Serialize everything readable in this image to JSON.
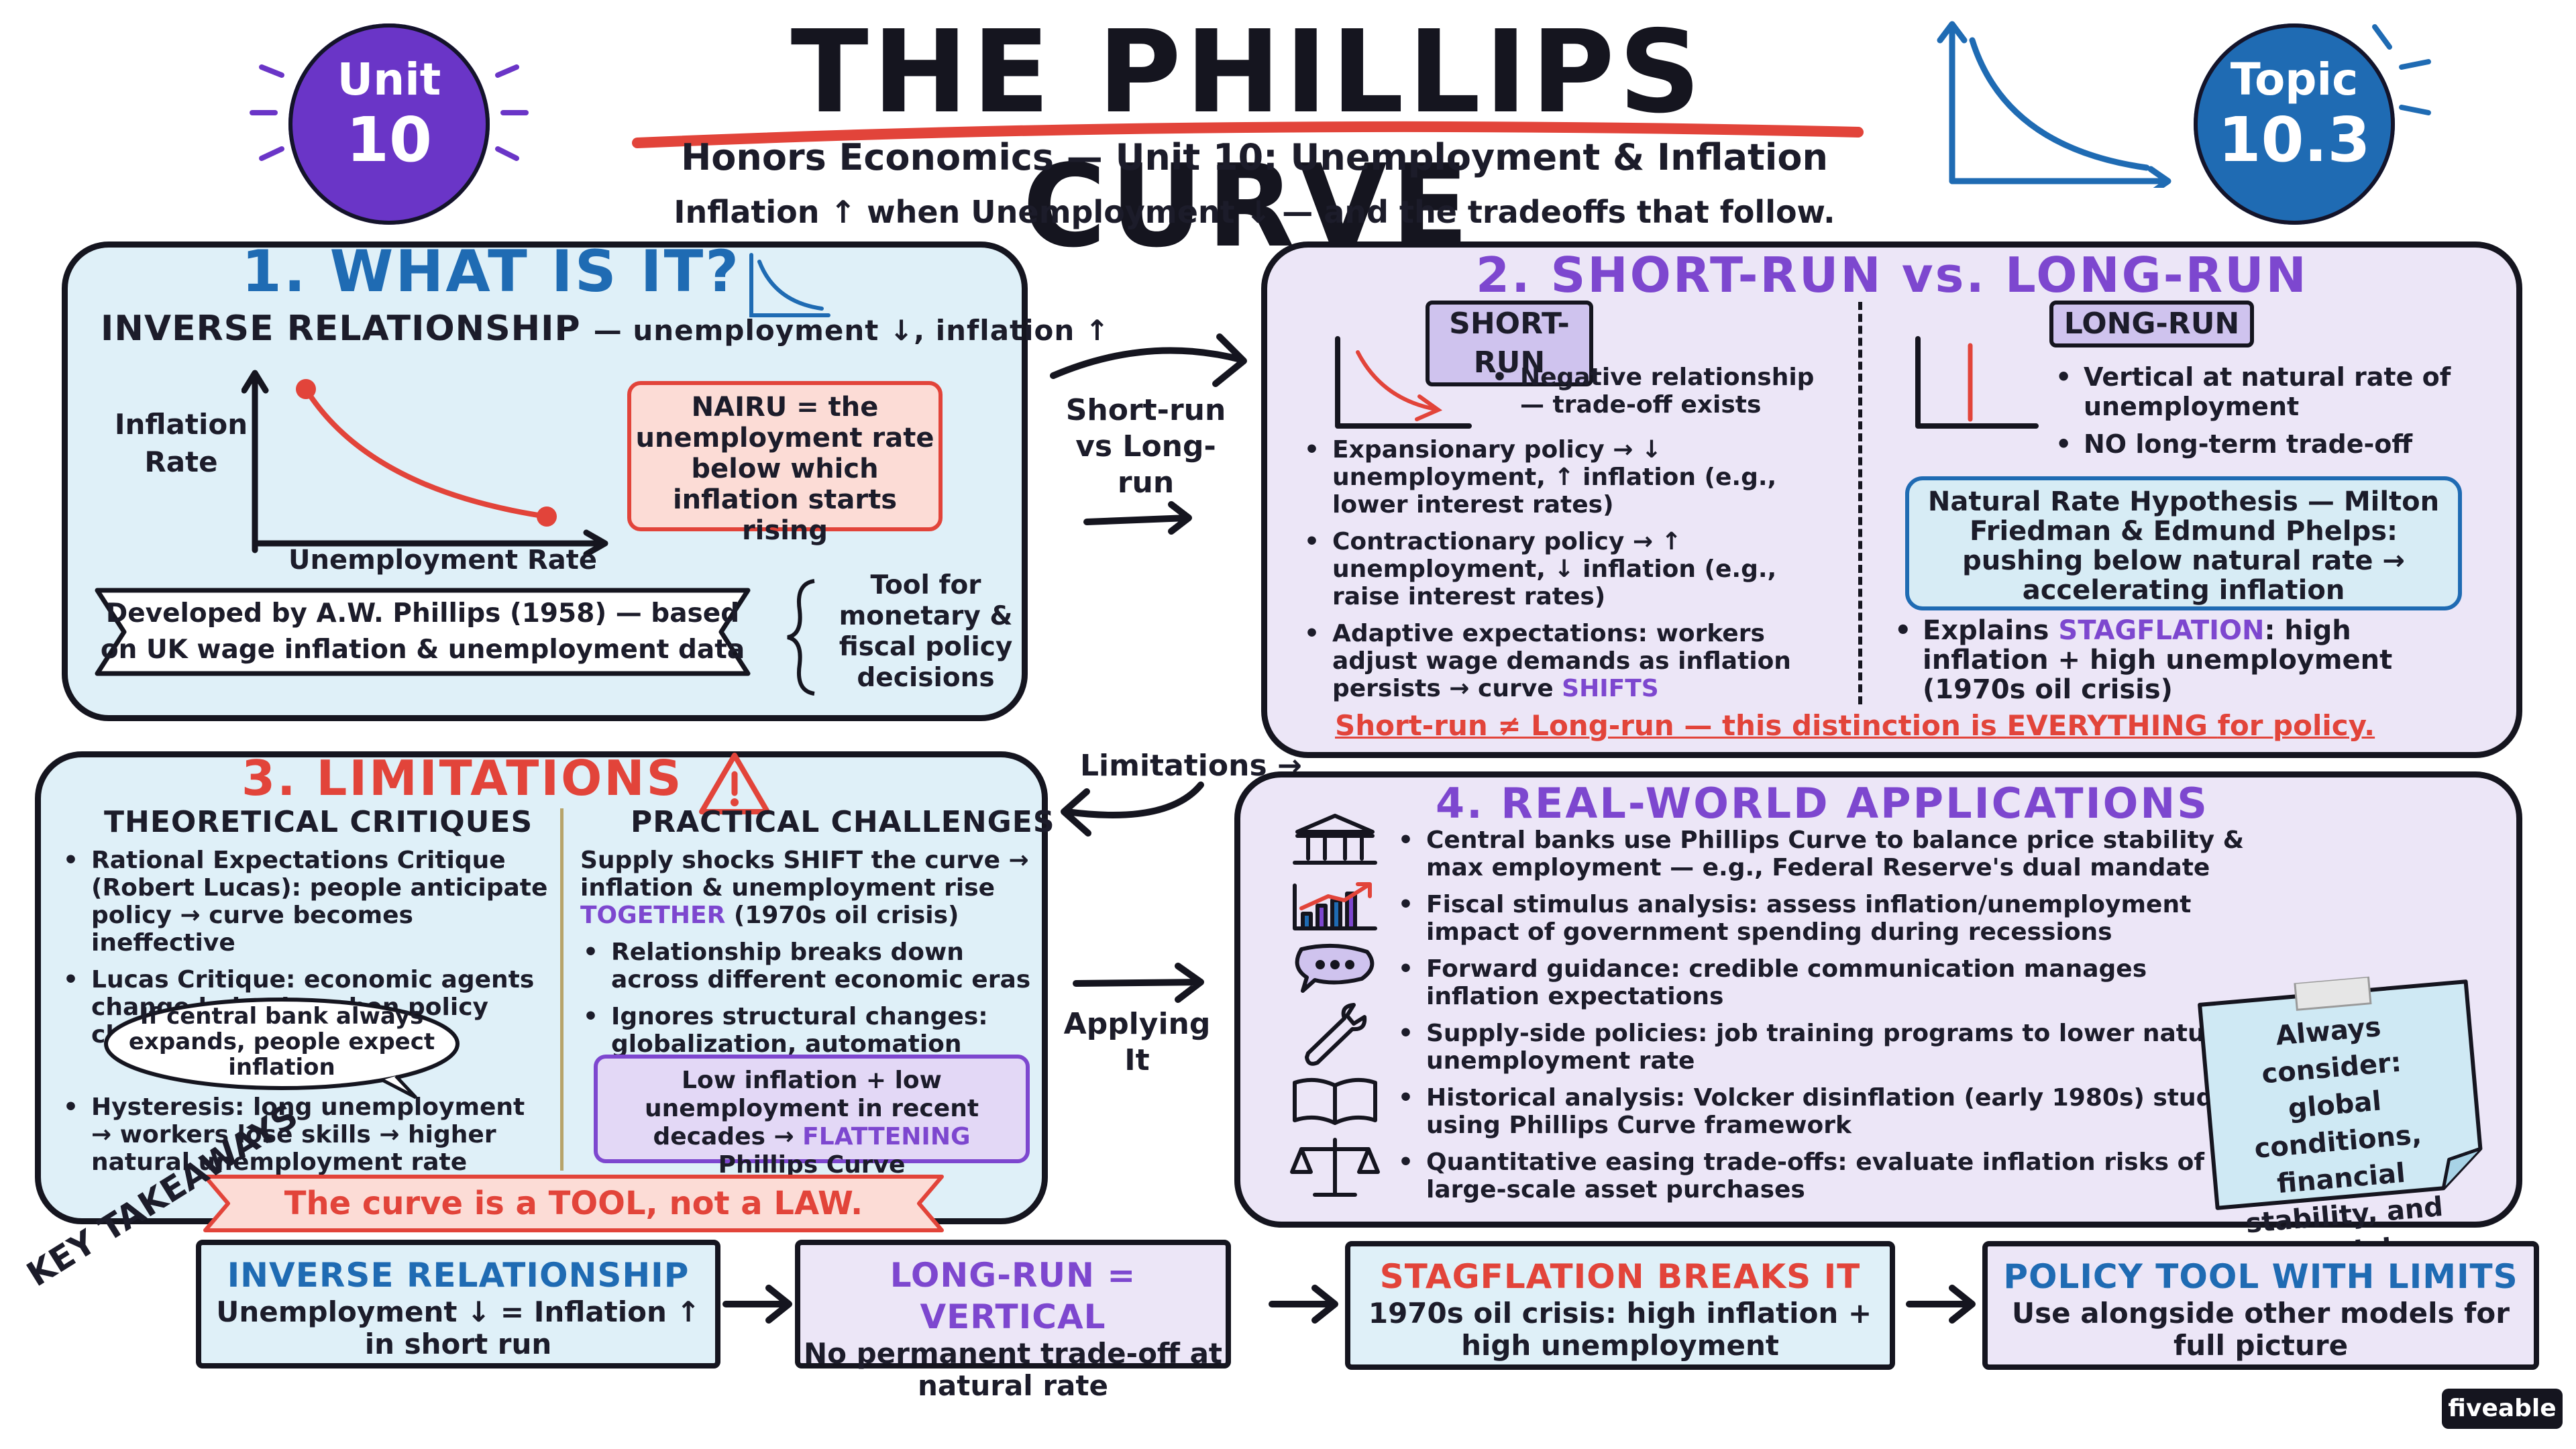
{
  "header": {
    "title": "THE PHILLIPS CURVE",
    "subtitle": "Honors Economics — Unit 10: Unemployment & Inflation",
    "tagline": "Inflation ↑ when Unemployment ↓ — and the tradeoffs that follow.",
    "unit_badge": {
      "label": "Unit",
      "value": "10"
    },
    "topic_badge": {
      "label": "Topic",
      "value": "10.3"
    }
  },
  "panel1": {
    "title": "1. WHAT IS IT?",
    "heading": "INVERSE RELATIONSHIP",
    "heading_sub": "— unemployment ↓, inflation ↑",
    "y_label": "Inflation Rate",
    "x_label": "Unemployment Rate",
    "nairu": "NAIRU = the unemployment rate below which inflation starts rising",
    "developed": "Developed by A.W. Phillips (1958) — based on UK wage inflation & unemployment data",
    "tool_note": "Tool for monetary & fiscal policy decisions"
  },
  "connectors": {
    "short_vs_long": "Short-run vs Long-run",
    "limitations": "Limitations →",
    "applying": "Applying It"
  },
  "panel2": {
    "title": "2. SHORT-RUN vs. LONG-RUN",
    "short_tag": "SHORT-RUN",
    "long_tag": "LONG-RUN",
    "short_note": "Negative relationship — trade-off exists",
    "short_bullets": [
      "Expansionary policy → ↓ unemployment, ↑ inflation (e.g., lower interest rates)",
      "Contractionary policy → ↑ unemployment, ↓ inflation (e.g., raise interest rates)",
      "Adaptive expectations: workers adjust wage demands as inflation persists → curve"
    ],
    "shifts_word": "SHIFTS",
    "long_note_1": "Vertical at natural rate of unemployment",
    "long_note_2": "NO long-term trade-off",
    "nrh": "Natural Rate Hypothesis — Milton Friedman & Edmund Phelps: pushing below natural rate → accelerating inflation",
    "stag_prefix": "Explains",
    "stag_word": "STAGFLATION",
    "stag_suffix": ": high inflation + high unemployment (1970s oil crisis)",
    "conclusion_a": "Short-run ≠ Long-run — this distinction is",
    "conclusion_b": "EVERYTHING",
    "conclusion_c": "for policy."
  },
  "panel3": {
    "title": "3. LIMITATIONS",
    "theory_head": "THEORETICAL CRITIQUES",
    "practical_head": "PRACTICAL CHALLENGES",
    "theory_bullets": [
      "Rational Expectations Critique (Robert Lucas): people anticipate policy → curve becomes ineffective",
      "Lucas Critique: economic agents change behavior when policy changes"
    ],
    "bubble": "If central bank always expands, people expect inflation",
    "theory_bullets_2": [
      "Hysteresis: long unemployment → workers lose skills → higher natural unemployment rate"
    ],
    "practical_intro": "Supply shocks SHIFT the curve → inflation & unemployment rise",
    "together_word": "TOGETHER",
    "together_suffix": "(1970s oil crisis)",
    "practical_bullets": [
      "Relationship breaks down across different economic eras",
      "Ignores structural changes: globalization, automation"
    ],
    "flat_a": "Low inflation + low unemployment in recent decades →",
    "flat_word": "FLATTENING",
    "flat_b": "Phillips Curve",
    "banner": "The curve is a TOOL, not a LAW."
  },
  "panel4": {
    "title": "4. REAL-WORLD APPLICATIONS",
    "items": [
      {
        "icon": "bank-icon",
        "text": "Central banks use Phillips Curve to balance price stability & max employment — e.g., Federal Reserve's dual mandate"
      },
      {
        "icon": "growth-chart-icon",
        "text": "Fiscal stimulus analysis: assess inflation/unemployment impact of government spending during recessions"
      },
      {
        "icon": "speech-bubble-icon",
        "text": "Forward guidance: credible communication manages inflation expectations"
      },
      {
        "icon": "wrench-icon",
        "text": "Supply-side policies: job training programs to lower natural unemployment rate"
      },
      {
        "icon": "book-icon",
        "text": "Historical analysis: Volcker disinflation (early 1980s) studied using Phillips Curve framework"
      },
      {
        "icon": "scales-icon",
        "text": "Quantitative easing trade-offs: evaluate inflation risks of large-scale asset purchases"
      }
    ],
    "sticky": "Always consider: global conditions, financial stability, and multiple models together."
  },
  "takeaways": {
    "label": "KEY TAKEAWAYS",
    "cards": [
      {
        "head": "INVERSE RELATIONSHIP",
        "body": "Unemployment ↓ = Inflation ↑ in short run"
      },
      {
        "head": "LONG-RUN = VERTICAL",
        "body": "No permanent trade-off at natural rate"
      },
      {
        "head": "STAGFLATION BREAKS IT",
        "body": "1970s oil crisis: high inflation + high unemployment"
      },
      {
        "head": "POLICY TOOL WITH LIMITS",
        "body": "Use alongside other models for full picture"
      }
    ]
  },
  "brand": "fiveable",
  "colors": {
    "ink": "#15151f",
    "blue": "#1f6bb3",
    "purple": "#7d47cf",
    "red": "#e2443a",
    "panel_blue": "#dff0f8",
    "panel_purple": "#ece6f7"
  }
}
